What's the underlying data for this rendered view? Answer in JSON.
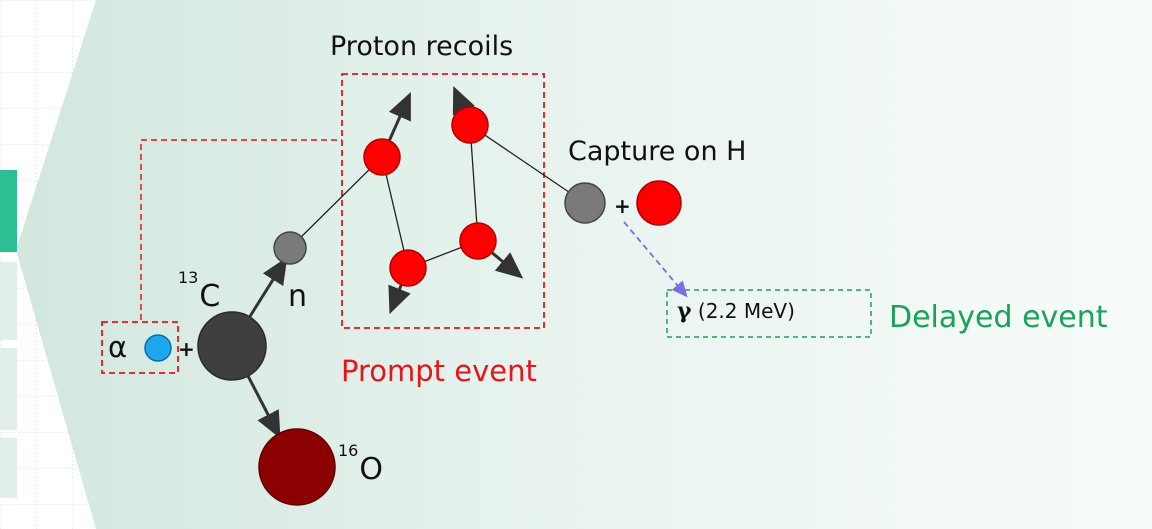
{
  "diagram": {
    "proton_recoils_label": "Proton recoils",
    "capture_label": "Capture on H",
    "prompt_event_label": "Prompt event",
    "delayed_event_label": "Delayed event",
    "gamma_symbol": "γ",
    "gamma_energy": "(2.2 MeV)",
    "alpha_label": "α",
    "carbon_mass": "13",
    "carbon_symbol": "C",
    "neutron_label": "n",
    "oxygen_mass": "16",
    "oxygen_symbol": "O",
    "plus_sign": "+"
  },
  "colors": {
    "background_band": "#d6ebe2",
    "prompt_red": "#e8141b",
    "delayed_green": "#19a35a",
    "proton": "#ff0000",
    "neutron": "#7a7a7a",
    "carbon": "#3f3f3f",
    "oxygen": "#8b0000",
    "alpha": "#1fa7ef",
    "gamma_arrow": "#7b6fe0",
    "active_tab": "#2dbf93"
  }
}
